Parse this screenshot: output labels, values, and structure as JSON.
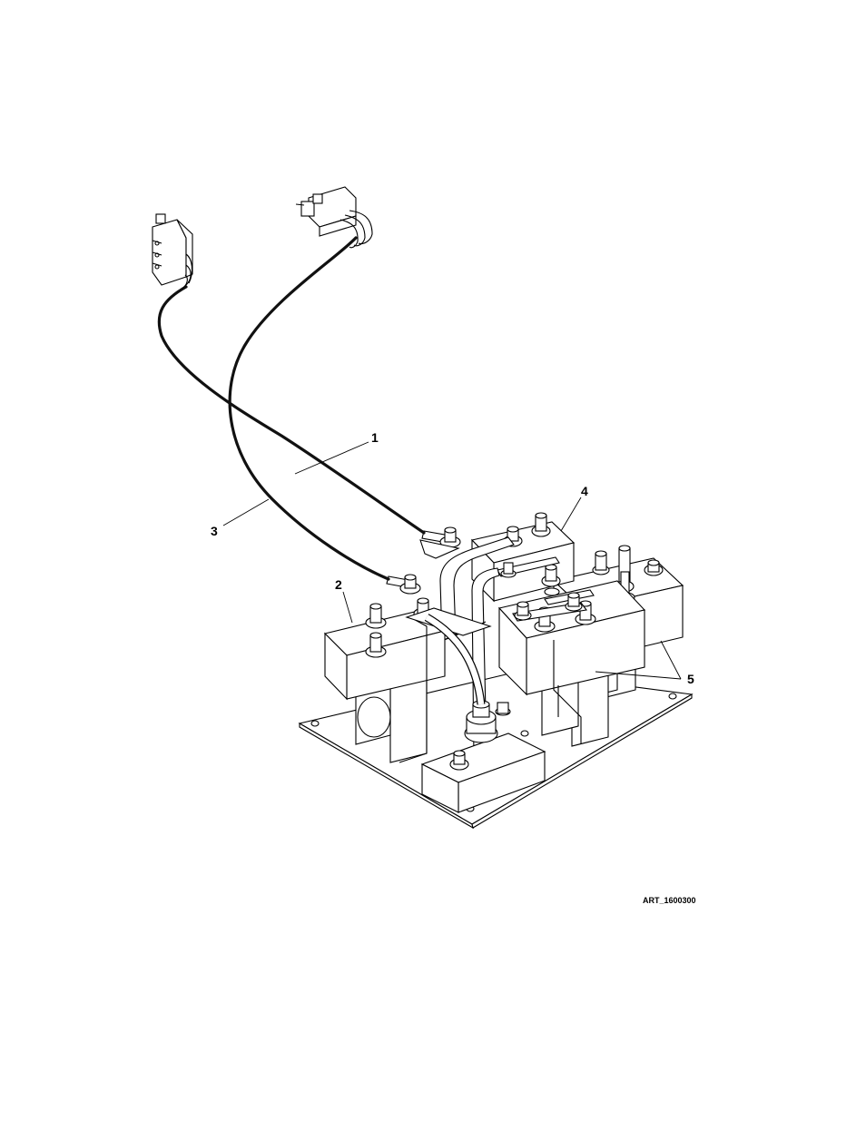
{
  "diagram": {
    "callouts": [
      {
        "id": "callout-1",
        "label": "1"
      },
      {
        "id": "callout-2",
        "label": "2"
      },
      {
        "id": "callout-3",
        "label": "3"
      },
      {
        "id": "callout-4",
        "label": "4"
      },
      {
        "id": "callout-5",
        "label": "5"
      }
    ],
    "art_id": "ART_1600300"
  }
}
